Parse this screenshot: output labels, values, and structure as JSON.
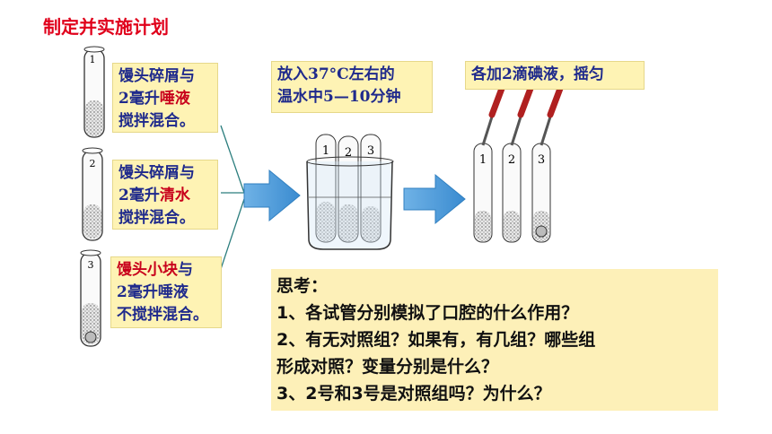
{
  "title": "制定并实施计划",
  "tube_labels": [
    "1",
    "2",
    "3"
  ],
  "step1": {
    "a": [
      "馒头碎屑与",
      "2毫升",
      "唾液",
      "搅拌混合。"
    ],
    "b": [
      "馒头碎屑与",
      "2毫升",
      "清水",
      "搅拌混合。"
    ],
    "c": [
      "馒头小块",
      "与",
      "2毫升唾液",
      "不搅拌混合。"
    ]
  },
  "step2": [
    "放入37°C左右的",
    "温水中5—10分钟"
  ],
  "step3": "各加2滴碘液，摇匀",
  "thinking": {
    "heading": "思考：",
    "lines": [
      "1、各试管分别模拟了口腔的什么作用？",
      "2、有无对照组？如果有，有几组？哪些组",
      "形成对照？变量分别是什么？",
      "3、2号和3号是对照组吗？为什么？"
    ]
  },
  "colors": {
    "title": "#e0001b",
    "box_bg": "#fef3b4",
    "box_text": "#1f2a8c",
    "highlight": "#c8001b",
    "arrow": "#4a9ad8"
  }
}
